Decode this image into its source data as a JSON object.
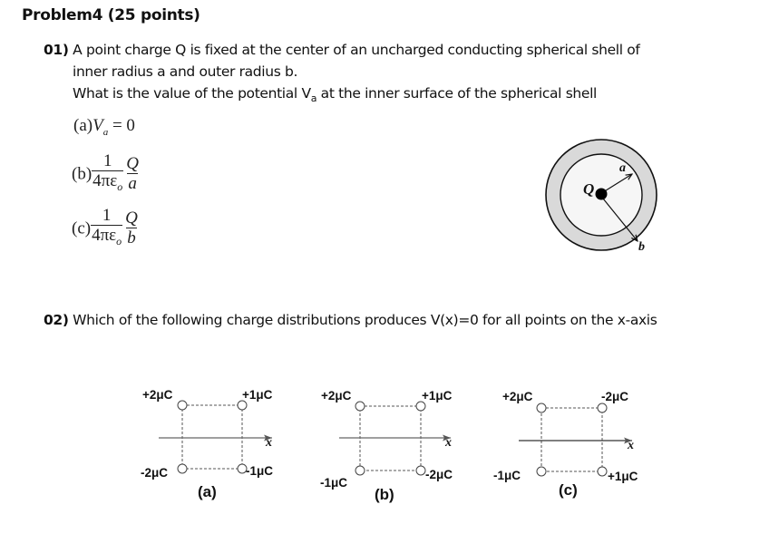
{
  "problem": {
    "title": "Problem4 (25 points)"
  },
  "question1": {
    "number": "01)",
    "line1": " A point charge Q is fixed at the center of an uncharged conducting spherical shell of",
    "line2": "inner radius a and outer radius b.",
    "line3_pre": "What is the value of the potential V",
    "line3_sub": "a",
    "line3_post": " at the inner surface of the spherical shell",
    "options": [
      {
        "label": "(a)",
        "expr_main": "V",
        "expr_sub": "a",
        "expr_rest": " = 0"
      },
      {
        "label": "(b)",
        "frac1_num": "1",
        "frac1_den": "4πε",
        "frac1_den_sub": "o",
        "frac2_num": "Q",
        "frac2_den": "a"
      },
      {
        "label": "(c)",
        "frac1_num": "1",
        "frac1_den": "4πε",
        "frac1_den_sub": "o",
        "frac2_num": "Q",
        "frac2_den": "b"
      }
    ],
    "figure": {
      "charge_label": "Q",
      "inner_radius_label": "a",
      "outer_radius_label": "b",
      "shell_color": "#d9d9d9",
      "inner_color": "#f5f5f5"
    }
  },
  "question2": {
    "number": "02)",
    "text": " Which of the following charge distributions produces V(x)=0 for all points on the x-axis",
    "axis_label": "x",
    "diagrams": [
      {
        "label": "(a)",
        "top_left": "+2μC",
        "top_right": "+1μC",
        "bottom_left": "-2μC",
        "bottom_right": "-1μC"
      },
      {
        "label": "(b)",
        "top_left": "+2μC",
        "top_right": "+1μC",
        "bottom_left": "-1μC",
        "bottom_right": "-2μC"
      },
      {
        "label": "(c)",
        "top_left": "+2μC",
        "top_right": "-2μC",
        "bottom_left": "-1μC",
        "bottom_right": "+1μC"
      }
    ]
  }
}
